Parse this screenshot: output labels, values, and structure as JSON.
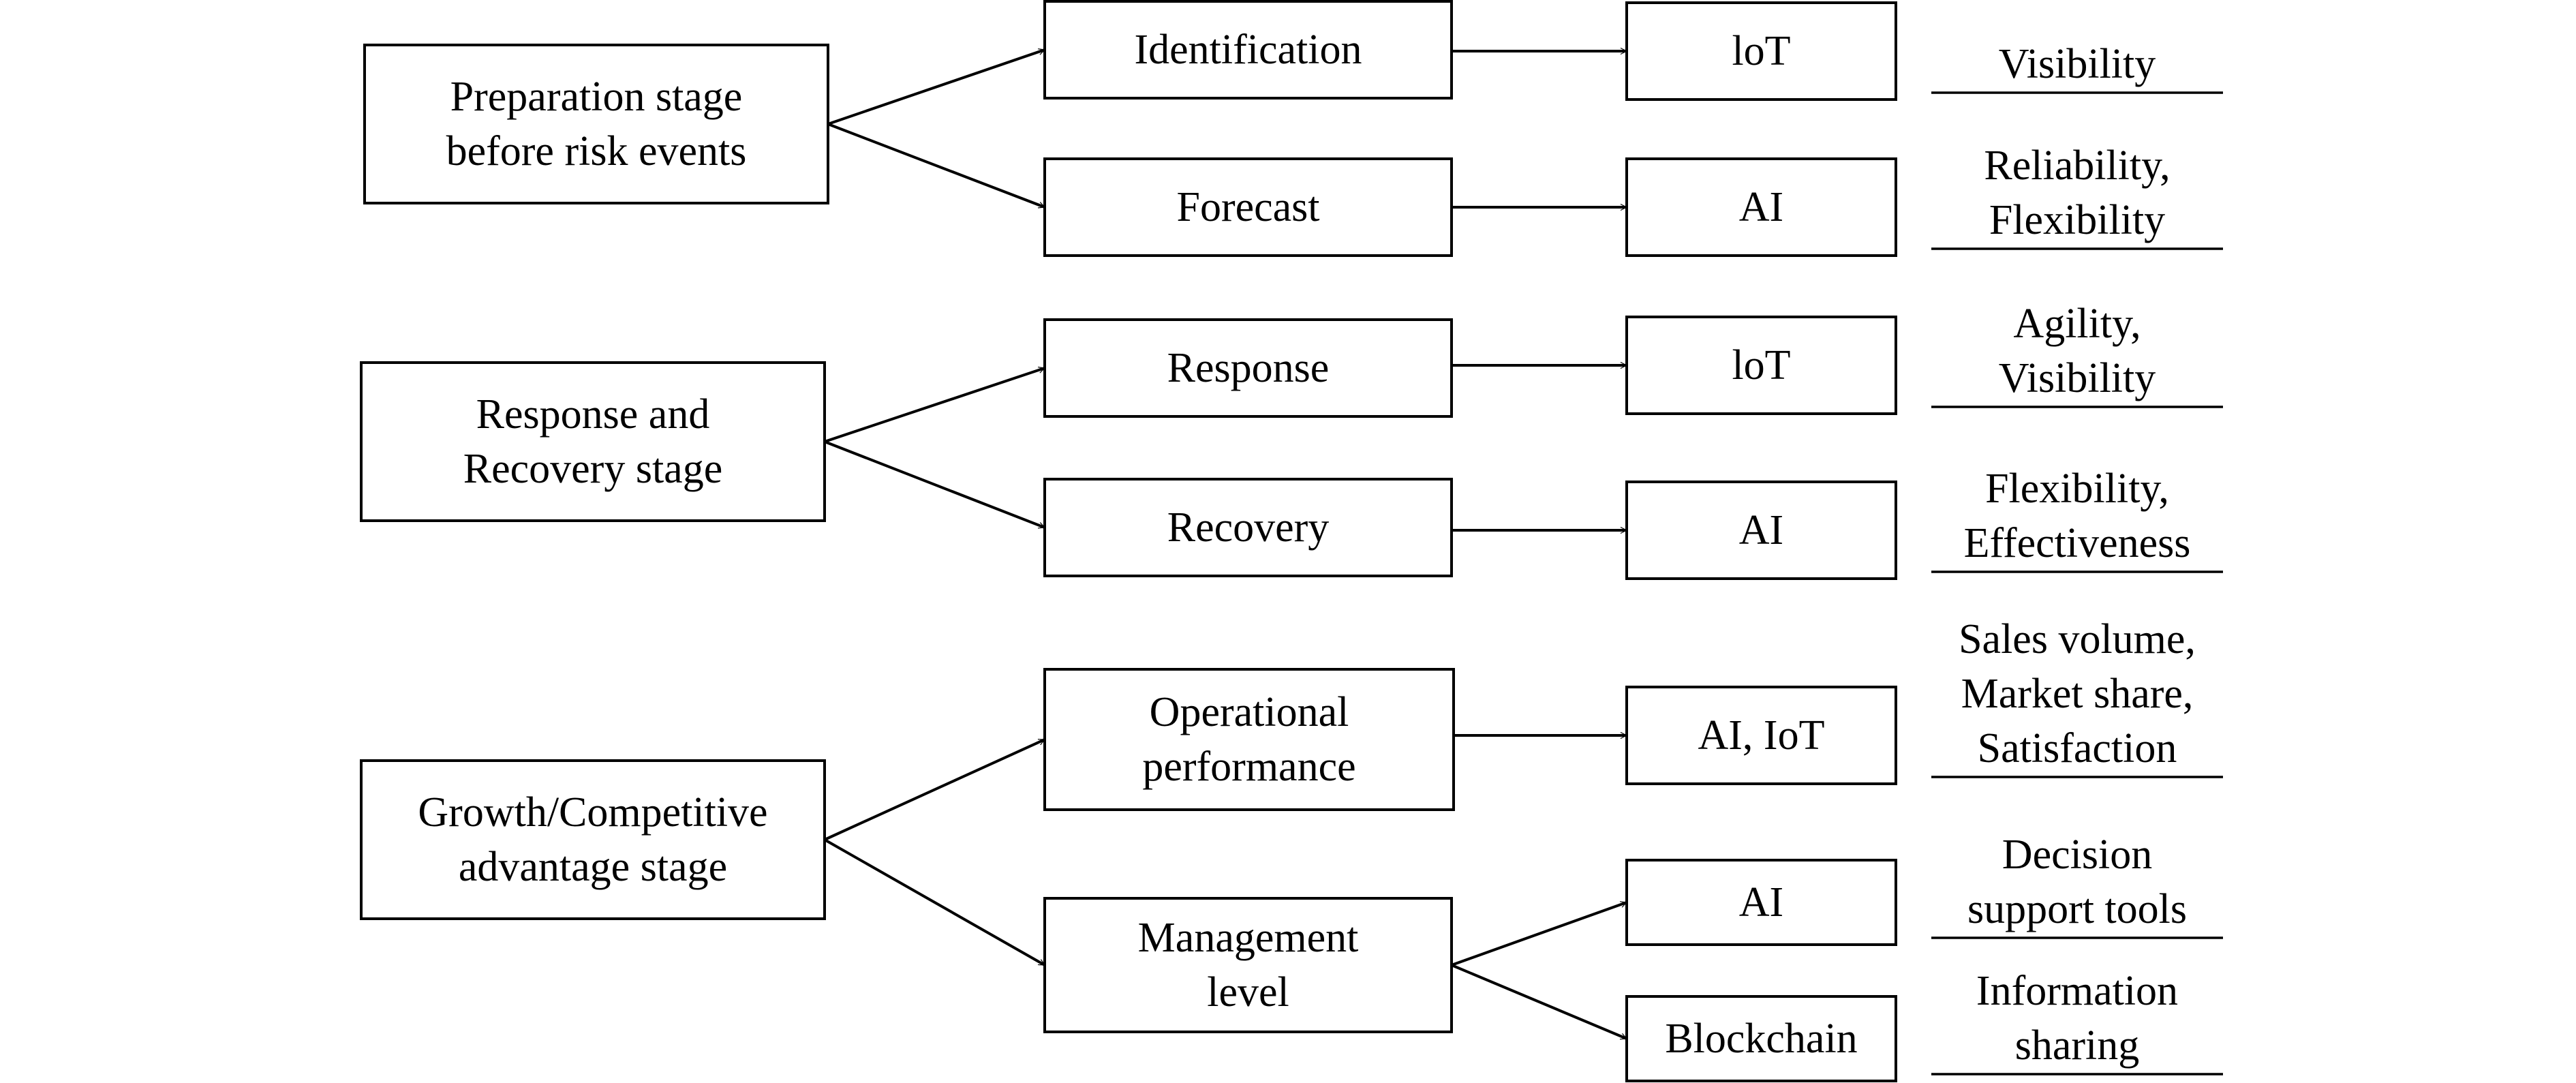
{
  "stages": [
    {
      "label": [
        "Preparation stage",
        "before risk events"
      ],
      "branches": [
        {
          "label": [
            "Identification"
          ],
          "tech": [
            {
              "label": "loT",
              "outcome": [
                "Visibility"
              ]
            }
          ]
        },
        {
          "label": [
            "Forecast"
          ],
          "tech": [
            {
              "label": "AI",
              "outcome": [
                "Reliability,",
                "Flexibility"
              ]
            }
          ]
        }
      ]
    },
    {
      "label": [
        "Response and",
        "Recovery stage"
      ],
      "branches": [
        {
          "label": [
            "Response"
          ],
          "tech": [
            {
              "label": "loT",
              "outcome": [
                "Agility,",
                "Visibility"
              ]
            }
          ]
        },
        {
          "label": [
            "Recovery"
          ],
          "tech": [
            {
              "label": "AI",
              "outcome": [
                "Flexibility,",
                "Effectiveness"
              ]
            }
          ]
        }
      ]
    },
    {
      "label": [
        "Growth/Competitive",
        "advantage stage"
      ],
      "branches": [
        {
          "label": [
            "Operational",
            "performance"
          ],
          "tech": [
            {
              "label": "AI, IoT",
              "outcome": [
                "Sales volume,",
                "Market share,",
                "Satisfaction"
              ]
            }
          ]
        },
        {
          "label": [
            "Management",
            "level"
          ],
          "tech": [
            {
              "label": "AI",
              "outcome": [
                "Decision",
                "support tools"
              ]
            },
            {
              "label": "Blockchain",
              "outcome": [
                "Information",
                "sharing"
              ]
            }
          ]
        }
      ]
    }
  ]
}
